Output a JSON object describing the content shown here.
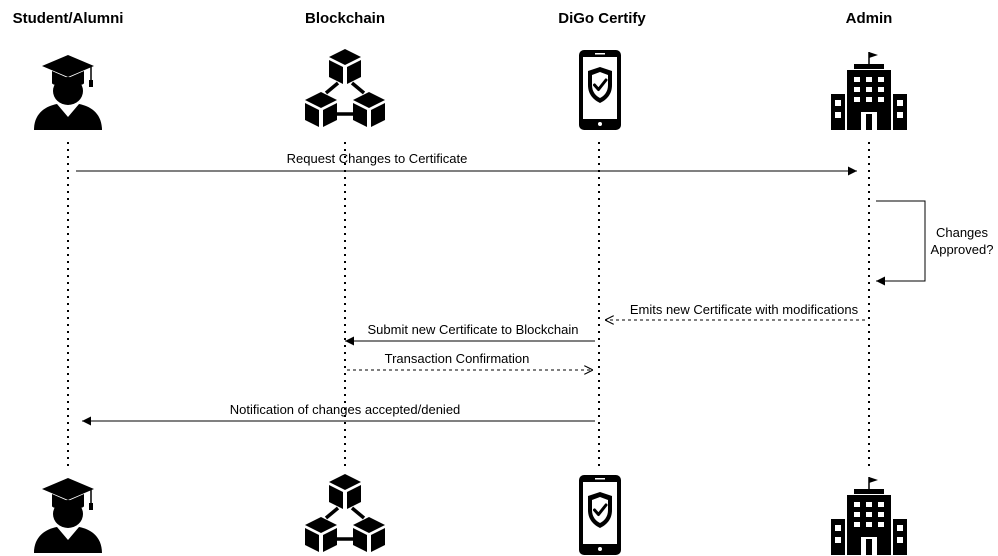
{
  "actors": [
    {
      "id": "student",
      "label": "Student/Alumni",
      "icon": "graduate-icon"
    },
    {
      "id": "blockchain",
      "label": "Blockchain",
      "icon": "blockchain-cubes-icon"
    },
    {
      "id": "digo",
      "label": "DiGo Certify",
      "icon": "phone-shield-icon"
    },
    {
      "id": "admin",
      "label": "Admin",
      "icon": "building-icon"
    }
  ],
  "messages": [
    {
      "label": "Request Changes to Certificate",
      "from": "student",
      "to": "admin",
      "style": "solid"
    },
    {
      "label": "Emits new Certificate with modifications",
      "from": "admin",
      "to": "digo",
      "style": "dashed"
    },
    {
      "label": "Submit new Certificate to Blockchain",
      "from": "digo",
      "to": "blockchain",
      "style": "solid"
    },
    {
      "label": "Transaction Confirmation",
      "from": "blockchain",
      "to": "digo",
      "style": "dashed"
    },
    {
      "label": "Notification of changes accepted/denied",
      "from": "digo",
      "to": "student",
      "style": "solid"
    }
  ],
  "self_message": {
    "line1": "Changes",
    "line2": "Approved?",
    "actor": "admin"
  }
}
